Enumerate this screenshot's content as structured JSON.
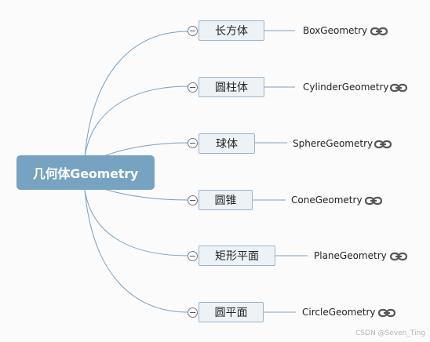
{
  "root": {
    "label": "几何体Geometry"
  },
  "branches": [
    {
      "label": "长方体",
      "link_text": "BoxGeometry",
      "icon": "link-icon"
    },
    {
      "label": "圆柱体",
      "link_text": "CylinderGeometry",
      "icon": "link-icon"
    },
    {
      "label": "球体",
      "link_text": "SphereGeometry",
      "icon": "link-icon"
    },
    {
      "label": "圆锥",
      "link_text": "ConeGeometry",
      "icon": "link-icon"
    },
    {
      "label": "矩形平面",
      "link_text": "PlaneGeometry",
      "icon": "link-icon"
    },
    {
      "label": "圆平面",
      "link_text": "CircleGeometry",
      "icon": "link-icon"
    }
  ],
  "watermark": "CSDN @Seven_Ting",
  "colors": {
    "root_bg": "#76a3c1",
    "connector": "#7a9fbd",
    "node_bg": "#edf2f7",
    "node_border": "#9bb4c8"
  }
}
